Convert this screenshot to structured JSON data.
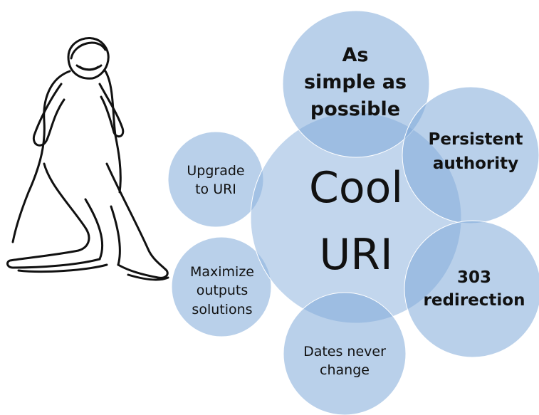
{
  "diagram": {
    "center": {
      "line1": "Cool",
      "line2": "URI"
    },
    "petals": {
      "top": {
        "line1": "As",
        "line2": "simple as",
        "line3": "possible"
      },
      "upper_right": {
        "line1": "Persistent",
        "line2": "authority"
      },
      "lower_right": {
        "line1": "303",
        "line2": "redirection"
      },
      "bottom": {
        "line1": "Dates never",
        "line2": "change"
      },
      "lower_left": {
        "line1": "Maximize",
        "line2": "outputs",
        "line3": "solutions"
      },
      "upper_left": {
        "line1": "Upgrade",
        "line2": "to URI"
      }
    },
    "colors": {
      "circle_fill": "#7fa9d8",
      "text": "#111111"
    },
    "figure_icon": "walking-figure-sketch"
  }
}
